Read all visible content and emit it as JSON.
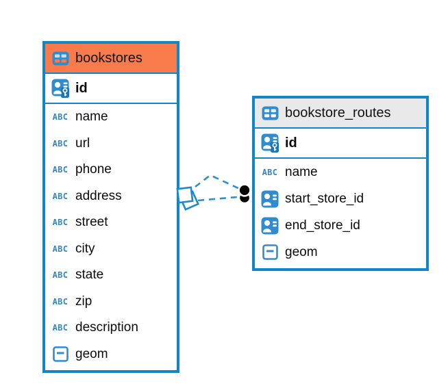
{
  "canvas": {
    "background": "#ffffff"
  },
  "colors": {
    "table_border": "#0e86c8",
    "selected_header_bg": "#f97b4c",
    "header_bg": "#e9e9e9",
    "icon_blue": "#2f8cce",
    "key_backdrop_blue": "#1b74b8",
    "relation_line": "#2e8fd0",
    "endpoint_dot": "#000000"
  },
  "tables": [
    {
      "name": "bookstores",
      "header_state": "selected",
      "icon": "table-icon",
      "primary_key": {
        "name": "id",
        "icon": "primary-key-icon"
      },
      "columns": [
        {
          "name": "name",
          "icon": "text-icon"
        },
        {
          "name": "url",
          "icon": "text-icon"
        },
        {
          "name": "phone",
          "icon": "text-icon"
        },
        {
          "name": "address",
          "icon": "text-icon"
        },
        {
          "name": "street",
          "icon": "text-icon"
        },
        {
          "name": "city",
          "icon": "text-icon"
        },
        {
          "name": "state",
          "icon": "text-icon"
        },
        {
          "name": "zip",
          "icon": "text-icon"
        },
        {
          "name": "description",
          "icon": "text-icon"
        },
        {
          "name": "geom",
          "icon": "geometry-icon"
        }
      ]
    },
    {
      "name": "bookstore_routes",
      "header_state": "default",
      "icon": "table-icon",
      "primary_key": {
        "name": "id",
        "icon": "primary-key-icon"
      },
      "columns": [
        {
          "name": "name",
          "icon": "text-icon"
        },
        {
          "name": "start_store_id",
          "icon": "reference-icon"
        },
        {
          "name": "end_store_id",
          "icon": "reference-icon"
        },
        {
          "name": "geom",
          "icon": "geometry-icon"
        }
      ]
    }
  ],
  "relationships": {
    "from_table": "bookstores",
    "to_table": "bookstore_routes",
    "line_count": 2,
    "line_style": "dashed",
    "source_marker": "stacked-squares",
    "target_marker": "stacked-black-dots"
  },
  "icon_text": {
    "abc": "ABC"
  }
}
